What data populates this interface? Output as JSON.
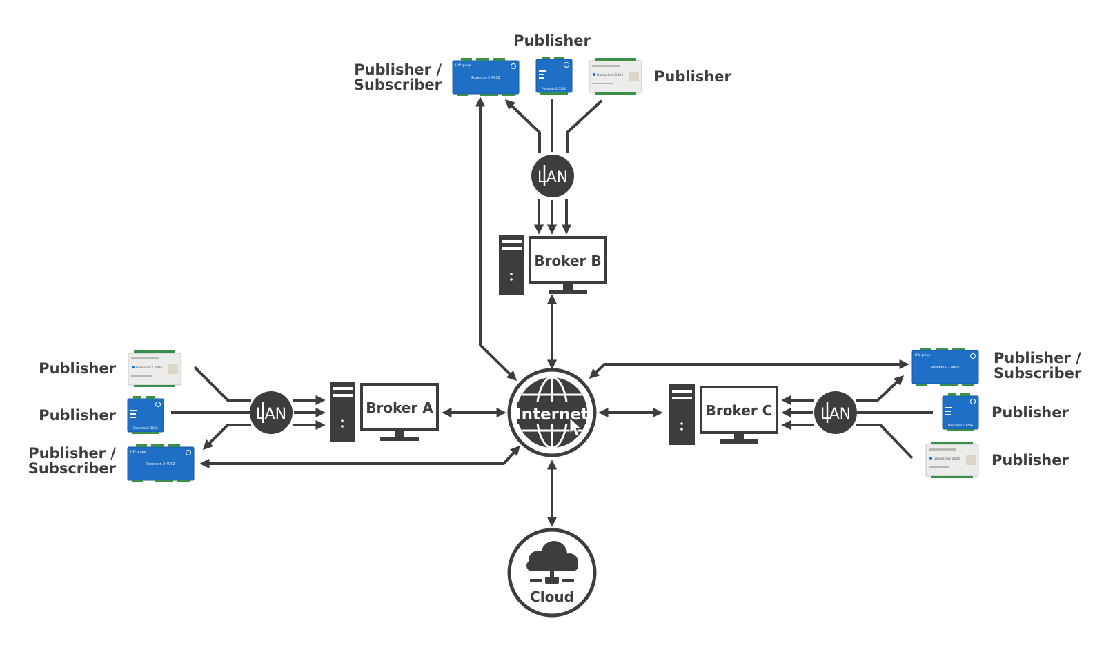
{
  "nodes": {
    "internet": "Internet",
    "cloud": "Cloud",
    "broker_a": "Broker A",
    "broker_b": "Broker B",
    "broker_c": "Broker C",
    "lan": "LAN"
  },
  "devices": {
    "poseidon_4002": "Poseidon 2 4002",
    "poseidon_3266": "Poseidon2 3266",
    "damocles_2404": "Damocles2 2404",
    "brand": "HW group"
  },
  "labels": {
    "top_publisher": "Publisher",
    "top_pubsub_line1": "Publisher /",
    "top_pubsub_line2": "Subscriber",
    "top_right_publisher": "Publisher",
    "left_publisher_1": "Publisher",
    "left_publisher_2": "Publisher",
    "left_pubsub_line1": "Publisher /",
    "left_pubsub_line2": "Subscriber",
    "right_pubsub_line1": "Publisher /",
    "right_pubsub_line2": "Subscriber",
    "right_publisher_1": "Publisher",
    "right_publisher_2": "Publisher"
  },
  "colors": {
    "ink": "#3d3d3d",
    "device_blue": "#1f6fc6",
    "device_gray": "#ececea",
    "terminal_green": "#3a8f4a"
  }
}
